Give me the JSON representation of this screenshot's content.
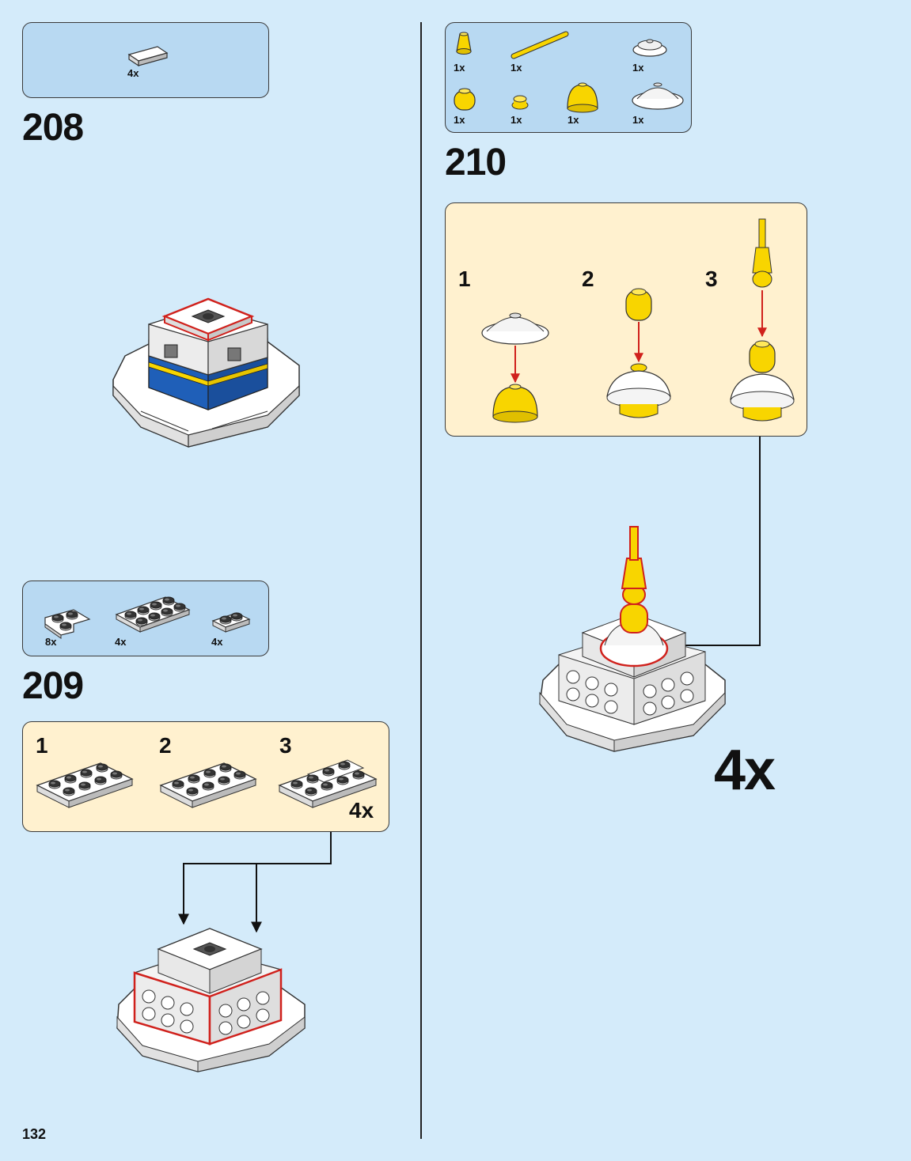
{
  "page_number": "132",
  "steps": [
    {
      "number": "208",
      "parts": [
        {
          "qty": "4x",
          "icon": "white-tile-1x2-icon"
        }
      ]
    },
    {
      "number": "209",
      "parts": [
        {
          "qty": "8x",
          "icon": "white-corner-plate-icon"
        },
        {
          "qty": "4x",
          "icon": "white-plate-2x4-icon"
        },
        {
          "qty": "4x",
          "icon": "white-plate-1x2-icon"
        }
      ],
      "substeps": [
        {
          "label": "1"
        },
        {
          "label": "2"
        },
        {
          "label": "3"
        }
      ],
      "multiplier": "4x"
    },
    {
      "number": "210",
      "parts": [
        {
          "qty": "1x",
          "icon": "yellow-cone-icon"
        },
        {
          "qty": "1x",
          "icon": "yellow-bar-icon"
        },
        {
          "qty": "1x",
          "icon": "white-dish-small-icon"
        },
        {
          "qty": "1x",
          "icon": "yellow-round-brick-icon"
        },
        {
          "qty": "1x",
          "icon": "yellow-round-plate-icon"
        },
        {
          "qty": "1x",
          "icon": "yellow-dome-icon"
        },
        {
          "qty": "1x",
          "icon": "white-dish-large-icon"
        }
      ],
      "substeps": [
        {
          "label": "1"
        },
        {
          "label": "2"
        },
        {
          "label": "3"
        }
      ],
      "multiplier": "4x"
    }
  ],
  "colors": {
    "page_background": "#d4ebfa",
    "parts_box": "#b8d9f2",
    "substep_box": "#fff1cf",
    "highlight_outline": "#d0211c",
    "brick_yellow": "#f8d500",
    "brick_blue": "#1f5fb8",
    "brick_white": "#ffffff"
  }
}
